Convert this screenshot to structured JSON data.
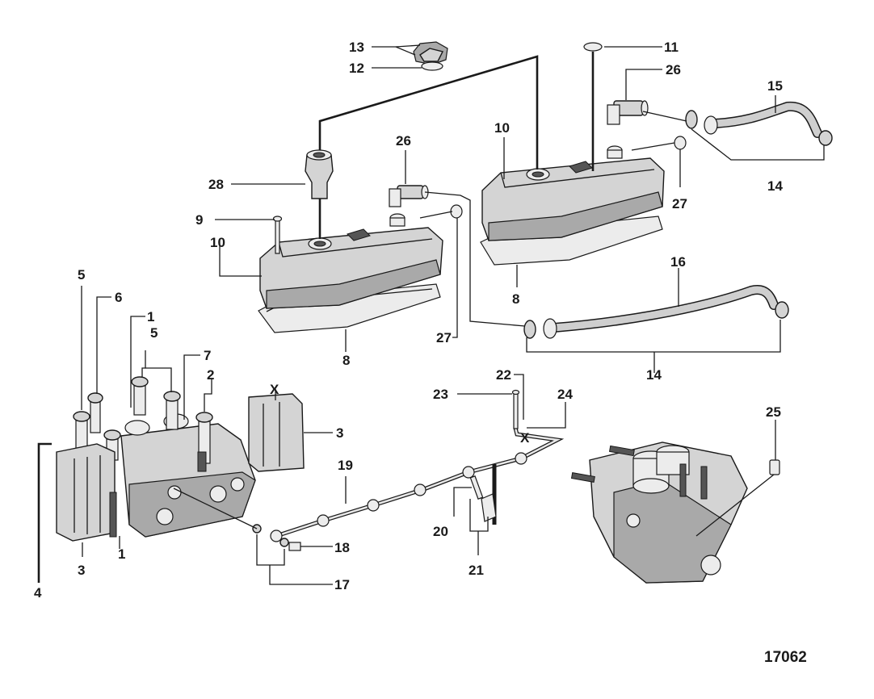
{
  "figure_id": "17062",
  "callouts": [
    "1",
    "2",
    "3",
    "4",
    "5",
    "6",
    "7",
    "8",
    "9",
    "10",
    "11",
    "12",
    "13",
    "14",
    "15",
    "16",
    "17",
    "18",
    "19",
    "20",
    "21",
    "22",
    "23",
    "24",
    "25",
    "26",
    "27",
    "28"
  ],
  "marker": "X"
}
